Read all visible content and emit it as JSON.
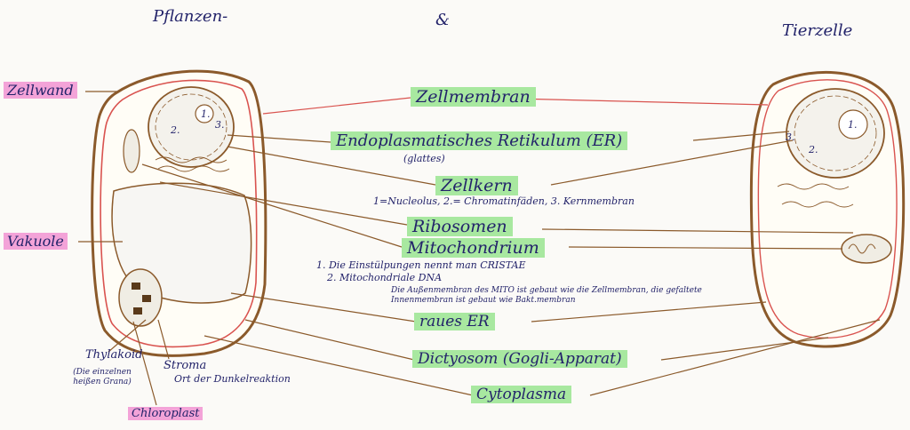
{
  "header": {
    "plant_title": "Pflanzen-",
    "and": "&",
    "animal_title": "Tierzelle"
  },
  "labels": {
    "zellwand": "Zellwand",
    "vakuole": "Vakuole",
    "thylakoid": "Thylakoid",
    "thylakoid_note": "(Die einzelnen heißen Grana)",
    "stroma": "Stroma",
    "stroma_note": "Ort der Dunkelreaktion",
    "chloroplast": "Chloroplast",
    "zellmembran": "Zellmembran",
    "er": "Endoplasmatisches Retikulum (ER)",
    "er_note": "(glattes)",
    "zellkern": "Zellkern",
    "zellkern_note": "1=Nucleolus, 2.= Chromatinfäden, 3. Kernmembran",
    "ribosomen": "Ribosomen",
    "mitochondrium": "Mitochondrium",
    "mito_note1": "1. Die Einstülpungen nennt man CRISTAE",
    "mito_note2": "2. Mitochondriale DNA",
    "mito_note3": "Die Außenmembran des MITO ist gebaut wie die Zellmembran, die gefaltete Innenmembran ist gebaut wie Bakt.membran",
    "raues_er": "raues ER",
    "dictyosom": "Dictyosom (Gogli-Apparat)",
    "cytoplasma": "Cytoplasma",
    "n1": "1.",
    "n2": "2.",
    "n3": "3."
  },
  "colors": {
    "highlight_green": "#a8e8a0",
    "highlight_pink": "#f3a3d8",
    "ink": "#23236a",
    "cell_outline": "#8b5a2b",
    "membrane_red": "#d9534f"
  }
}
